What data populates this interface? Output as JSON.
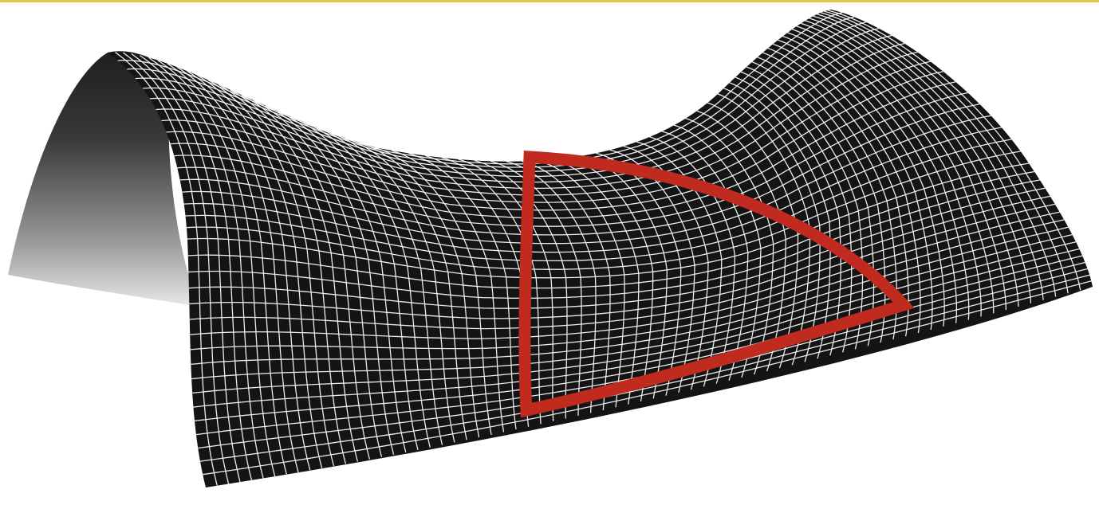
{
  "figure": {
    "subject": "saddle-surface-with-geodesic-triangle",
    "colors": {
      "surface": "#141414",
      "grid": "#ffffff",
      "triangle": "#c12a1f",
      "background": "#ffffff",
      "top_rule": "#e3c84a"
    },
    "grid": {
      "rows": 34,
      "columns": 72
    }
  }
}
